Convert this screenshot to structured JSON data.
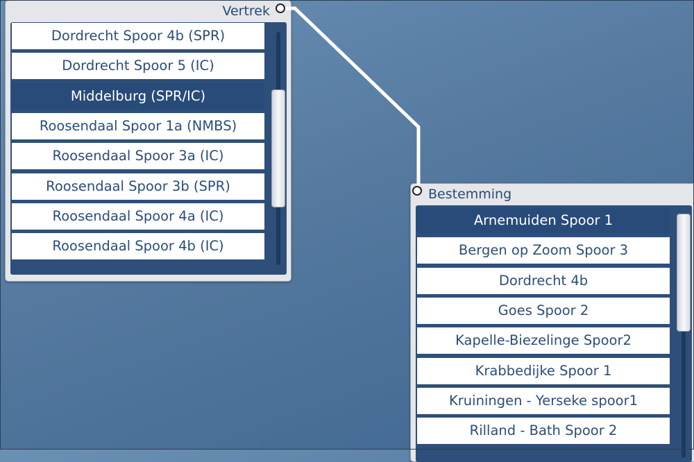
{
  "vertrek": {
    "title": "Vertrek",
    "items": [
      "Dordrecht Spoor 4b (SPR)",
      "Dordrecht Spoor 5 (IC)",
      "Middelburg (SPR/IC)",
      "Roosendaal Spoor 1a (NMBS)",
      "Roosendaal Spoor 3a (IC)",
      "Roosendaal Spoor 3b (SPR)",
      "Roosendaal Spoor 4a (IC)",
      "Roosendaal Spoor 4b (IC)"
    ],
    "selected": "Middelburg (SPR/IC)"
  },
  "bestemming": {
    "title": "Bestemming",
    "items": [
      "Arnemuiden Spoor 1",
      "Bergen op Zoom Spoor 3",
      "Dordrecht 4b",
      "Goes Spoor 2",
      "Kapelle-Biezelinge Spoor2",
      "Krabbedijke Spoor 1",
      "Kruiningen - Yerseke spoor1",
      "Rilland - Bath Spoor 2"
    ],
    "selected": "Arnemuiden Spoor 1"
  },
  "colors": {
    "item_text": "#2b4d7a",
    "selected_bg": "#284b79",
    "list_well": "#2e4f79",
    "panel_bg": "#e4e6e9",
    "connector": "#ffffff"
  }
}
